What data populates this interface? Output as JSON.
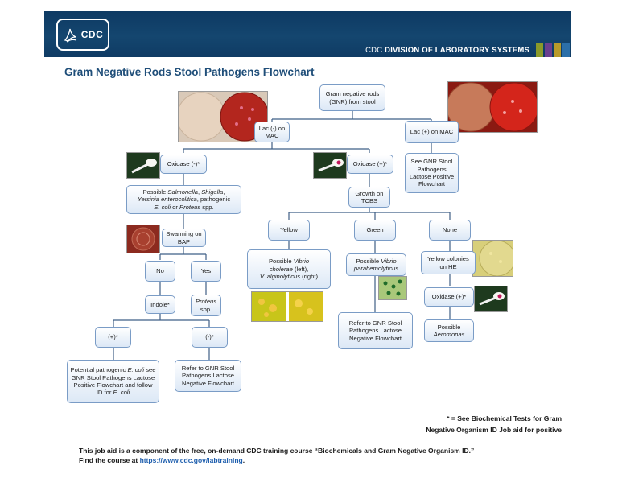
{
  "header": {
    "logo_text": "CDC",
    "logo_icon": "hhs-eagle-icon",
    "division_prefix": "CDC",
    "division": "DIVISION OF LABORATORY SYSTEMS",
    "stripe_colors": [
      "#8a9a2a",
      "#6a3f8f",
      "#b89a2a",
      "#2c6fa8"
    ]
  },
  "title": "Gram Negative Rods Stool Pathogens Flowchart",
  "nodes": {
    "root": "Gram negative rods (GNR) from stool",
    "lac_neg": "Lac (-) on MAC",
    "lac_pos": "Lac (+) on MAC",
    "see_lactose_positive": "See GNR Stool Pathogens Lactose Positive Flowchart",
    "oxidase_neg": "Oxidase (-)*",
    "oxidase_pos": "Oxidase (+)*",
    "possible_salmonella": {
      "t1": "Possible ",
      "i1": "Salmonella",
      "t2": ", ",
      "i2": "Shigella",
      "t3": ",",
      "i3": "Yersinia enterocolitica",
      "t4": ",  pathogenic",
      "i4": "E. coli",
      "t5": " or ",
      "i5": "Proteus",
      "t6": " spp."
    },
    "swarming": "Swarming on BAP",
    "no": "No",
    "yes": "Yes",
    "indole": "Indole*",
    "proteus": {
      "i1": "Proteus",
      "t1": "spp."
    },
    "indole_pos": "(+)*",
    "indole_neg": "(-)*",
    "potential_ecoli": {
      "t1": "Potential pathogenic ",
      "i1": "E. coli",
      "t2": "see GNR Stool Pathogens Lactose Positive Flowchart and follow ID for ",
      "i2": "E. coli"
    },
    "refer_lac_neg_left": "Refer to GNR Stool Pathogens Lactose Negative Flowchart",
    "growth_tcbs": "Growth on TCBS",
    "yellow": "Yellow",
    "green": "Green",
    "none": "None",
    "possible_vibrio_cholerae": {
      "t1": "Possible ",
      "i1": "Vibrio",
      "i2": "cholerae",
      "t2": " (left),",
      "i3": "V. alginolyticus",
      "t3": " (right)"
    },
    "possible_vibrio_para": {
      "t1": "Possible ",
      "i1": "Vibrio",
      "i2": "parahemolyticus"
    },
    "refer_lac_neg_right": "Refer to GNR Stool Pathogens Lactose Negative Flowchart",
    "yellow_colonies": "Yellow colonies on HE",
    "oxidase_pos_2": "Oxidase (+)*",
    "possible_aeromonas": {
      "t1": "Possible",
      "i1": "Aeromonas"
    }
  },
  "photos": {
    "mac_plates_left": "MAC agar plates (pink colonies on red agar)",
    "mac_plates_right": "MAC agar plates (lactose fermenters)",
    "oxidase_neg_swab": "Negative oxidase swab",
    "oxidase_pos_swab": "Positive oxidase swab",
    "swarming_plate": "Swarming on blood agar",
    "tcbs_yellow": "Yellow colonies on TCBS",
    "tcbs_green": "Green colonies on TCBS",
    "he_yellow": "Yellow colonies on HE agar",
    "oxidase_pos_swab_2": "Positive oxidase swab"
  },
  "footnote": {
    "line1": "* = See Biochemical Tests for Gram",
    "line2": "Negative Organism ID Job aid for positive"
  },
  "footer": {
    "line1": "This job aid is a component of the free, on-demand CDC training course “Biochemicals and Gram Negative Organism ID.”",
    "line2_prefix": "Find the course at ",
    "link": "https://www.cdc.gov/labtraining",
    "line2_suffix": "."
  }
}
